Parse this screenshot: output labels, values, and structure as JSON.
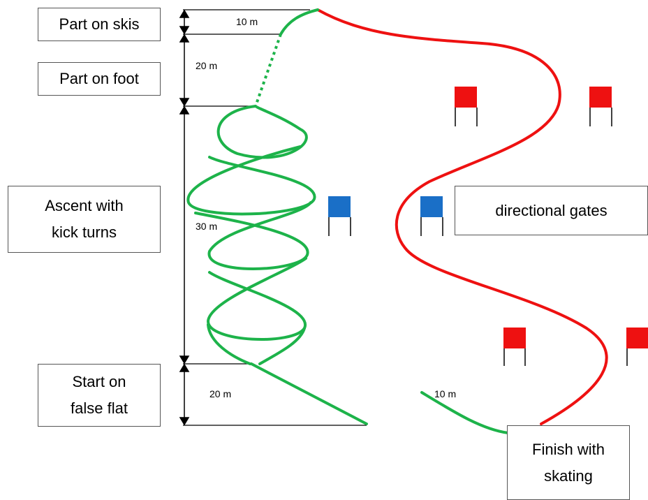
{
  "labels": {
    "part_on_skis": "Part on skis",
    "part_on_foot": "Part on foot",
    "ascent_line1": "Ascent with",
    "ascent_line2": "kick turns",
    "start_line1": "Start on",
    "start_line2": "false flat",
    "directional_gates": "directional gates",
    "finish_line1": "Finish with",
    "finish_line2": "skating"
  },
  "dimensions": {
    "skis": "10 m",
    "foot": "20 m",
    "ascent": "30 m",
    "start": "20 m",
    "finish": "10 m"
  },
  "colors": {
    "ascent_route": "#1db34a",
    "descent_route": "#ee1111",
    "gate_red": "#ee1111",
    "gate_blue": "#1a6fc7",
    "lines": "#000000"
  }
}
